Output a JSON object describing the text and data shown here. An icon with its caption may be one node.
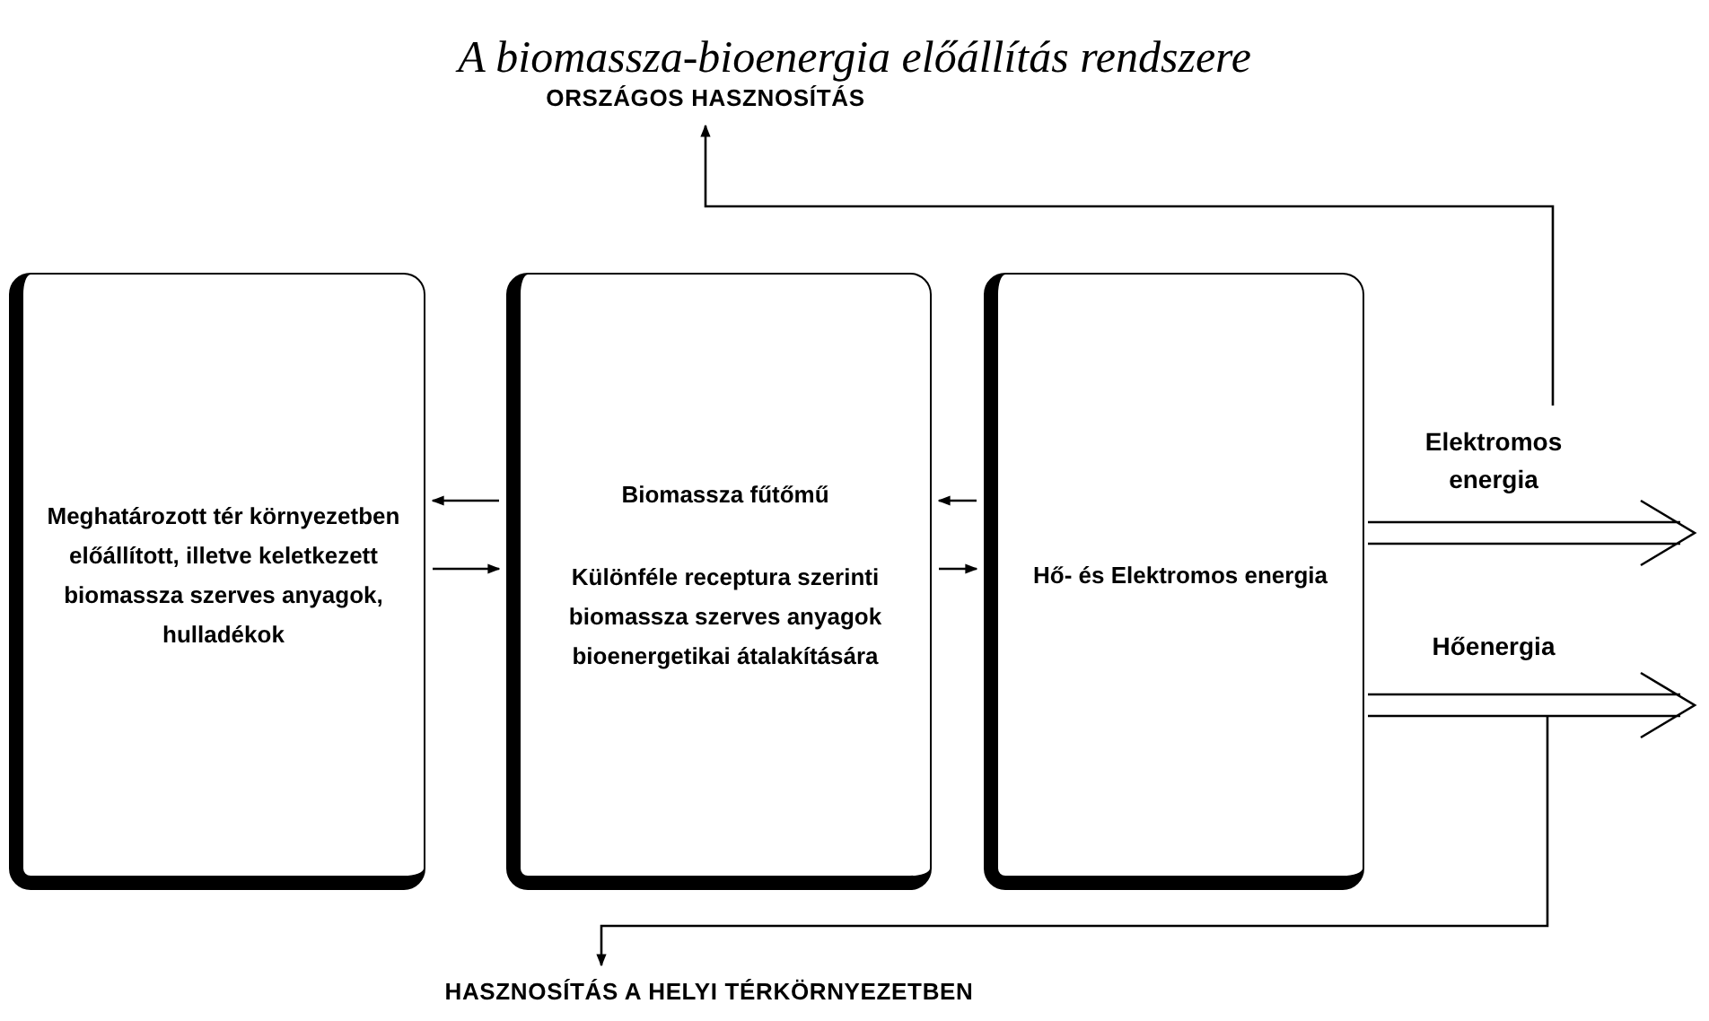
{
  "diagram": {
    "title": "A biomassza-bioenergia előállítás rendszere",
    "nodes": [
      {
        "text": [
          "Meghatározott tér környezetben előállított, illetve keletkezett biomassza szerves anyagok, hulladékok"
        ]
      },
      {
        "text": [
          "Biomassza fűtőmű",
          "Különféle receptura szerinti biomassza szerves anyagok bioenergetikai átalakítására"
        ]
      },
      {
        "text": [
          "Hő- és Elektromos energia"
        ]
      },
      {
        "text": [
          "ORSZÁGOS HASZNOSÍTÁS"
        ]
      },
      {
        "text": [
          "HASZNOSÍTÁS A HELYI TÉRKÖRNYEZETBEN"
        ]
      }
    ],
    "edges": [
      {
        "from": 1,
        "to": 0,
        "arrow": "to"
      },
      {
        "from": 0,
        "to": 1,
        "arrow": "to"
      },
      {
        "from": 2,
        "to": 1,
        "arrow": "to"
      },
      {
        "from": 1,
        "to": 2,
        "arrow": "to"
      },
      {
        "from": 2,
        "to": null,
        "arrow": "to",
        "label": "Elektromos energia"
      },
      {
        "from": 2,
        "to": null,
        "arrow": "to",
        "label": "Hőenergia"
      },
      {
        "from": null,
        "to": 3,
        "arrow": "to"
      },
      {
        "from": null,
        "to": 4,
        "arrow": "to"
      }
    ]
  }
}
